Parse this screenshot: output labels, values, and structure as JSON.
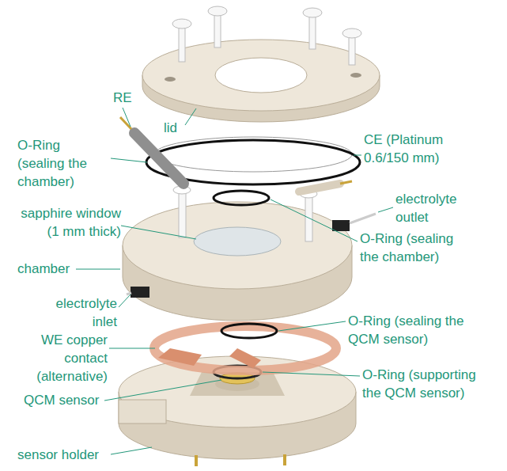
{
  "diagram": {
    "labels": [
      "RE",
      "lid",
      "O-Ring (sealing the chamber)",
      "CE (Platinum 0.6/150 mm)",
      "electrolyte outlet",
      "sapphire window (1 mm thick)",
      "O-Ring (sealing the chamber)",
      "chamber",
      "electrolyte inlet",
      "O-Ring (sealing the QCM sensor)",
      "WE copper contact (alternative)",
      "O-Ring (supporting the QCM sensor)",
      "QCM sensor",
      "sensor holder"
    ]
  }
}
